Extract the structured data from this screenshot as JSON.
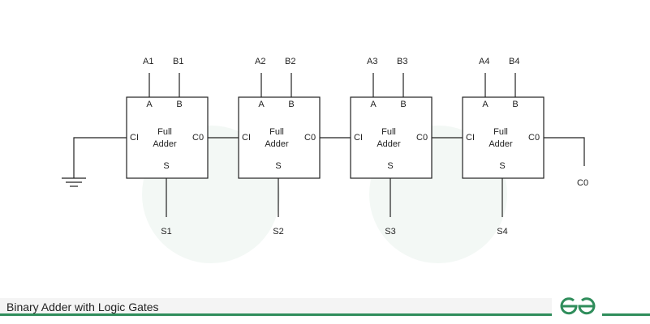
{
  "diagram": {
    "adders": [
      {
        "title_line1": "Full",
        "title_line2": "Adder",
        "pin_a": "A",
        "pin_b": "B",
        "pin_ci": "CI",
        "pin_co": "C0",
        "pin_s": "S",
        "input_a": "A1",
        "input_b": "B1",
        "sum": "S1"
      },
      {
        "title_line1": "Full",
        "title_line2": "Adder",
        "pin_a": "A",
        "pin_b": "B",
        "pin_ci": "CI",
        "pin_co": "C0",
        "pin_s": "S",
        "input_a": "A2",
        "input_b": "B2",
        "sum": "S2"
      },
      {
        "title_line1": "Full",
        "title_line2": "Adder",
        "pin_a": "A",
        "pin_b": "B",
        "pin_ci": "CI",
        "pin_co": "C0",
        "pin_s": "S",
        "input_a": "A3",
        "input_b": "B3",
        "sum": "S3"
      },
      {
        "title_line1": "Full",
        "title_line2": "Adder",
        "pin_a": "A",
        "pin_b": "B",
        "pin_ci": "CI",
        "pin_co": "C0",
        "pin_s": "S",
        "input_a": "A4",
        "input_b": "B4",
        "sum": "S4"
      }
    ],
    "carry_out_label": "C0"
  },
  "footer": {
    "caption": "Binary Adder with Logic Gates",
    "logo_text": "GfG",
    "accent_color": "#2f8d5b"
  }
}
